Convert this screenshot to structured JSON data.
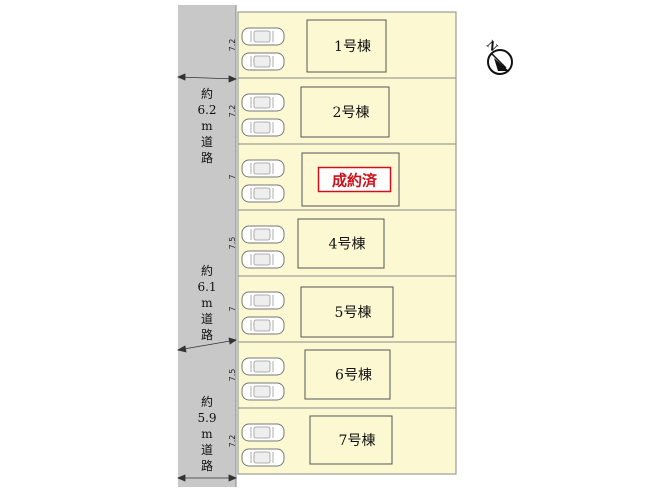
{
  "compass": {
    "label": "N",
    "icon": "north-arrow-icon"
  },
  "colors": {
    "road": "#c8c8c8",
    "lot": "#fbf8d2",
    "lot_border": "#8a8a8a",
    "building_border": "#555555",
    "sold_text": "#d0101b",
    "sold_border": "#d0101b"
  },
  "roads": [
    {
      "label": [
        "約",
        "6.2",
        "m",
        "道",
        "路"
      ]
    },
    {
      "label": [
        "約",
        "6.1",
        "m",
        "道",
        "路"
      ]
    },
    {
      "label": [
        "約",
        "5.9",
        "m",
        "道",
        "路"
      ]
    }
  ],
  "lots": [
    {
      "frontage": "7.2",
      "building": "1号棟",
      "sold": false
    },
    {
      "frontage": "7.2",
      "building": "2号棟",
      "sold": false
    },
    {
      "frontage": "7",
      "building": "成約済",
      "sold": true
    },
    {
      "frontage": "7.5",
      "building": "4号棟",
      "sold": false
    },
    {
      "frontage": "7",
      "building": "5号棟",
      "sold": false
    },
    {
      "frontage": "7.5",
      "building": "6号棟",
      "sold": false
    },
    {
      "frontage": "7.2",
      "building": "7号棟",
      "sold": false
    }
  ]
}
